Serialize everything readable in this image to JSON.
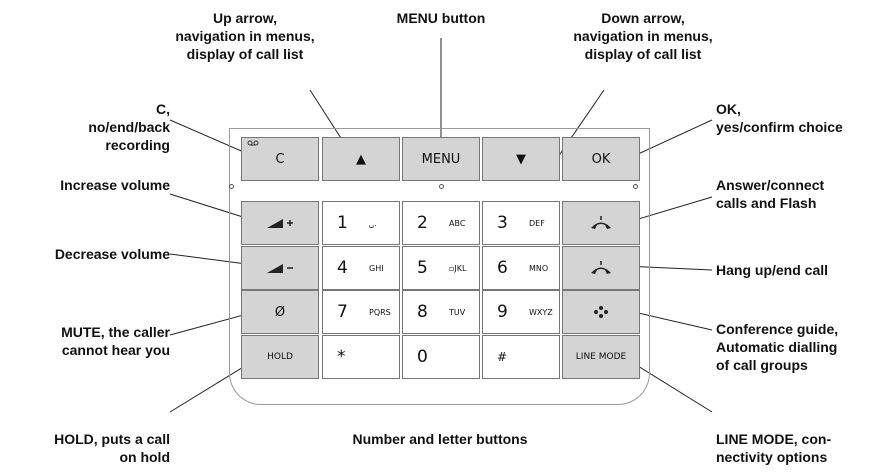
{
  "labels": {
    "up_arrow": "Up arrow,\nnavigation in menus,\ndisplay of call list",
    "menu": "MENU button",
    "down_arrow": "Down arrow,\nnavigation in menus,\ndisplay of call list",
    "c_key": "C,\nno/end/back\nrecording",
    "ok_key": "OK,\nyes/confirm choice",
    "increase_volume": "Increase volume",
    "answer": "Answer/connect\ncalls and Flash",
    "decrease_volume": "Decrease volume",
    "hang_up": "Hang up/end call",
    "mute": "MUTE, the caller\ncannot hear you",
    "conference": "Conference guide,\nAutomatic dialling\nof call groups",
    "hold": "HOLD, puts a call\non hold",
    "number_buttons": "Number and letter buttons",
    "line_mode": "LINE MODE, con-\nnectivity options"
  },
  "keys": {
    "c": "C",
    "up": "▲",
    "menu": "MENU",
    "down": "▼",
    "ok": "OK",
    "mute": "Ø",
    "hold": "HOLD",
    "line_mode": "LINE MODE"
  },
  "number_keys": [
    {
      "digit": "1",
      "letters": "␣."
    },
    {
      "digit": "2",
      "letters": "ABC"
    },
    {
      "digit": "3",
      "letters": "DEF"
    },
    {
      "digit": "4",
      "letters": "GHI"
    },
    {
      "digit": "5",
      "letters": "▫JKL"
    },
    {
      "digit": "6",
      "letters": "MNO"
    },
    {
      "digit": "7",
      "letters": "PQRS"
    },
    {
      "digit": "8",
      "letters": "TUV"
    },
    {
      "digit": "9",
      "letters": "WXYZ"
    },
    {
      "digit": "*",
      "letters": ""
    },
    {
      "digit": "0",
      "letters": ""
    },
    {
      "digit": "#",
      "letters": ""
    }
  ],
  "icons": [
    "voicemail-icon",
    "volume-up-icon",
    "volume-down-icon",
    "answer-call-icon",
    "hang-up-icon",
    "conference-icon"
  ]
}
